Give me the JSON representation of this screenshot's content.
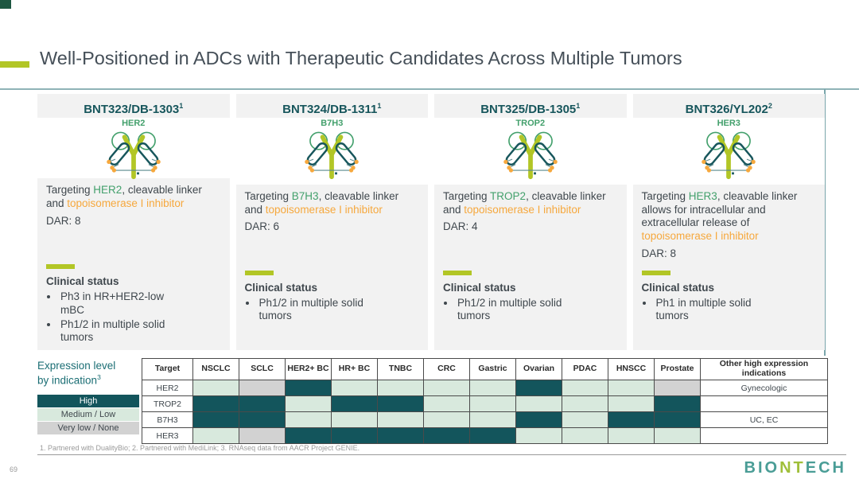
{
  "slide": {
    "title": "Well-Positioned in ADCs with Therapeutic Candidates Across Multiple Tumors",
    "page_number": "69",
    "footnote": "1. Partnered with DualityBio; 2. Partnered with MediLink; 3. RNAseq data from AACR Project GENIE.",
    "logo": {
      "part1": "BIO",
      "part2": "NT",
      "part3": "ECH"
    }
  },
  "colors": {
    "accent_green": "#b2c626",
    "teal_dark": "#13555c",
    "mint": "#d8e9dd",
    "gray_cell": "#d2d2d2",
    "antigen_green": "#43a06c",
    "payload_orange": "#f6a83d",
    "header_teal": "#17565c"
  },
  "columns": [
    {
      "title": "BNT323/DB-1303",
      "title_sup": "1",
      "antigen": "HER2",
      "targeting_prefix": "Targeting ",
      "targeting_mid": ", cleavable linker and ",
      "payload": "topoisomerase I inhibitor",
      "dar": "DAR: 8",
      "clinical_title": "Clinical status",
      "bullets": [
        "Ph3 in HR+HER2-low mBC",
        "Ph1/2 in multiple solid tumors"
      ]
    },
    {
      "title": "BNT324/DB-1311",
      "title_sup": "1",
      "antigen": "B7H3",
      "targeting_prefix": "Targeting ",
      "targeting_mid": ", cleavable linker and ",
      "payload": "topoisomerase I inhibitor",
      "dar": "DAR: 6",
      "clinical_title": "Clinical status",
      "bullets": [
        "Ph1/2 in multiple solid tumors"
      ]
    },
    {
      "title": "BNT325/DB-1305",
      "title_sup": "1",
      "antigen": "TROP2",
      "targeting_prefix": "Targeting ",
      "targeting_mid": ", cleavable linker and ",
      "payload": "topoisomerase I inhibitor",
      "dar": "DAR: 4",
      "clinical_title": "Clinical status",
      "bullets": [
        "Ph1/2 in multiple solid tumors"
      ]
    },
    {
      "title": "BNT326/YL202",
      "title_sup": "2",
      "antigen": "HER3",
      "targeting_prefix": "Targeting ",
      "targeting_mid": ", cleavable linker allows for intracellular and extracellular release of ",
      "payload": "topoisomerase I inhibitor",
      "dar": "DAR: 8",
      "clinical_title": "Clinical status",
      "bullets": [
        "Ph1 in multiple solid tumors"
      ]
    }
  ],
  "legend": {
    "heading_line1": "Expression level",
    "heading_line2": "by indication",
    "heading_sup": "3",
    "items": [
      {
        "label": "High",
        "level": "high"
      },
      {
        "label": "Medium / Low",
        "level": "medium"
      },
      {
        "label": "Very low / None",
        "level": "none"
      }
    ]
  },
  "table": {
    "columns": [
      "Target",
      "NSCLC",
      "SCLC",
      "HER2+ BC",
      "HR+ BC",
      "TNBC",
      "CRC",
      "Gastric",
      "Ovarian",
      "PDAC",
      "HNSCC",
      "Prostate",
      "Other high expression indications"
    ],
    "rows": [
      {
        "target": "HER2",
        "levels": [
          "medium",
          "none",
          "high",
          "medium",
          "medium",
          "medium",
          "medium",
          "high",
          "medium",
          "medium",
          "none"
        ],
        "other": "Gynecologic"
      },
      {
        "target": "TROP2",
        "levels": [
          "high",
          "high",
          "medium",
          "high",
          "high",
          "medium",
          "medium",
          "medium",
          "medium",
          "medium",
          "high"
        ],
        "other": ""
      },
      {
        "target": "B7H3",
        "levels": [
          "high",
          "high",
          "medium",
          "medium",
          "medium",
          "medium",
          "medium",
          "high",
          "medium",
          "high",
          "high"
        ],
        "other": "UC, EC"
      },
      {
        "target": "HER3",
        "levels": [
          "medium",
          "none",
          "high",
          "high",
          "high",
          "high",
          "high",
          "medium",
          "medium",
          "medium",
          "medium"
        ],
        "other": ""
      }
    ]
  }
}
